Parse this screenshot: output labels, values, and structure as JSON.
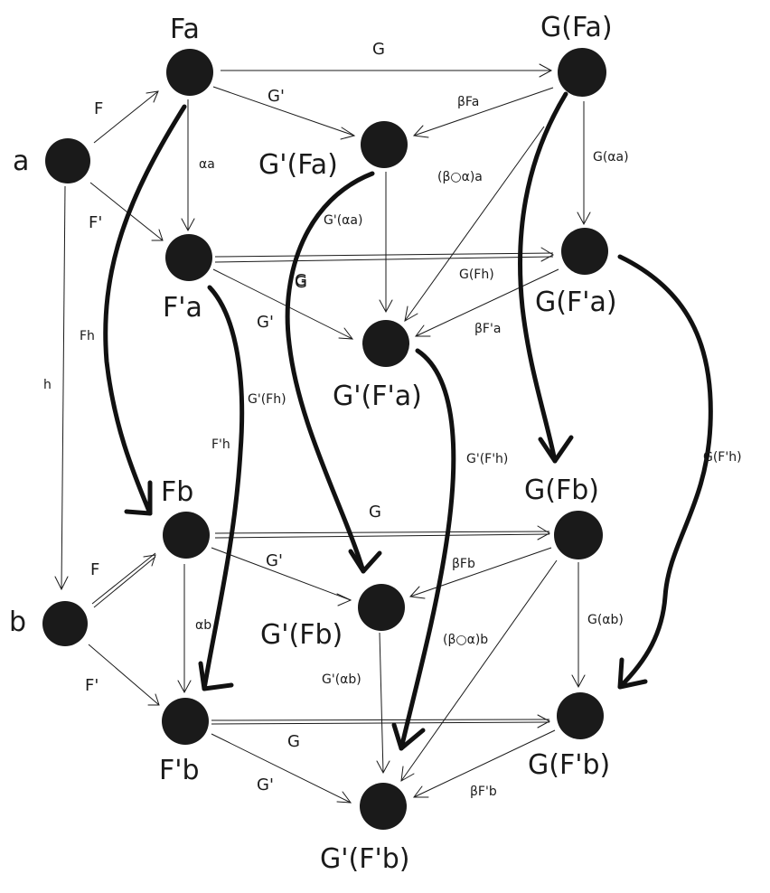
{
  "nodes": [
    {
      "id": "a",
      "label": "a"
    },
    {
      "id": "Fa",
      "label": "Fa"
    },
    {
      "id": "F'a",
      "label": "F'a"
    },
    {
      "id": "G'(Fa)",
      "label": "G'(Fa)"
    },
    {
      "id": "G(Fa)",
      "label": "G(Fa)"
    },
    {
      "id": "G(F'a)",
      "label": "G(F'a)"
    },
    {
      "id": "G'(F'a)",
      "label": "G'(F'a)"
    },
    {
      "id": "b",
      "label": "b"
    },
    {
      "id": "Fb",
      "label": "Fb"
    },
    {
      "id": "F'b",
      "label": "F'b"
    },
    {
      "id": "G'(Fb)",
      "label": "G'(Fb)"
    },
    {
      "id": "G(Fb)",
      "label": "G(Fb)"
    },
    {
      "id": "G(F'b)",
      "label": "G(F'b)"
    },
    {
      "id": "G'(F'b)",
      "label": "G'(F'b)"
    }
  ],
  "edges": [
    {
      "from": "a",
      "to": "Fa",
      "label": "F",
      "style": "thin"
    },
    {
      "from": "a",
      "to": "F'a",
      "label": "F'",
      "style": "thin"
    },
    {
      "from": "a",
      "to": "b",
      "label": "h",
      "style": "thin"
    },
    {
      "from": "Fa",
      "to": "G(Fa)",
      "label": "G",
      "style": "thin"
    },
    {
      "from": "Fa",
      "to": "G'(Fa)",
      "label": "G'",
      "style": "thin"
    },
    {
      "from": "Fa",
      "to": "F'a",
      "label": "αa",
      "style": "thin"
    },
    {
      "from": "G(Fa)",
      "to": "G'(Fa)",
      "label": "βFa",
      "style": "thin"
    },
    {
      "from": "G(Fa)",
      "to": "G(F'a)",
      "label": "G(αa)",
      "style": "thin"
    },
    {
      "from": "G(Fa)",
      "to": "G'(F'a)",
      "label": "(β○α)a",
      "style": "thin"
    },
    {
      "from": "G'(Fa)",
      "to": "G'(F'a)",
      "label": "G'(αa)",
      "style": "thin"
    },
    {
      "from": "F'a",
      "to": "G(F'a)",
      "label": "G",
      "style": "thin"
    },
    {
      "from": "F'a",
      "to": "G'(F'a)",
      "label": "G'",
      "style": "thin"
    },
    {
      "from": "G(F'a)",
      "to": "G'(F'a)",
      "label": "βF'a",
      "style": "thin"
    },
    {
      "from": "b",
      "to": "Fb",
      "label": "F",
      "style": "thin"
    },
    {
      "from": "b",
      "to": "F'b",
      "label": "F'",
      "style": "thin"
    },
    {
      "from": "Fb",
      "to": "G(Fb)",
      "label": "G",
      "style": "thin"
    },
    {
      "from": "Fb",
      "to": "G'(Fb)",
      "label": "G'",
      "style": "thin"
    },
    {
      "from": "Fb",
      "to": "F'b",
      "label": "αb",
      "style": "thin"
    },
    {
      "from": "G(Fb)",
      "to": "G'(Fb)",
      "label": "βFb",
      "style": "thin"
    },
    {
      "from": "G(Fb)",
      "to": "G(F'b)",
      "label": "G(αb)",
      "style": "thin"
    },
    {
      "from": "G(Fb)",
      "to": "G'(F'b)",
      "label": "(β○α)b",
      "style": "thin"
    },
    {
      "from": "G'(Fb)",
      "to": "G'(F'b)",
      "label": "G'(αb)",
      "style": "thin"
    },
    {
      "from": "F'b",
      "to": "G(F'b)",
      "label": "G",
      "style": "thin"
    },
    {
      "from": "F'b",
      "to": "G'(F'b)",
      "label": "G'",
      "style": "thin"
    },
    {
      "from": "G(F'b)",
      "to": "G'(F'b)",
      "label": "βF'b",
      "style": "thin"
    },
    {
      "from": "Fa",
      "to": "Fb",
      "label": "Fh",
      "style": "thick"
    },
    {
      "from": "F'a",
      "to": "F'b",
      "label": "F'h",
      "style": "thick"
    },
    {
      "from": "G'(Fa)",
      "to": "G'(Fb)",
      "label": "G'(Fh)",
      "style": "thick"
    },
    {
      "from": "G'(F'a)",
      "to": "G'(F'b)",
      "label": "G'(F'h)",
      "style": "thick"
    },
    {
      "from": "G(Fa)",
      "to": "G(Fb)",
      "label": "G(Fh)",
      "style": "thick"
    },
    {
      "from": "G(F'a)",
      "to": "G(F'b)",
      "label": "G(F'h)",
      "style": "thick"
    }
  ],
  "extra_labels": [
    "G"
  ]
}
